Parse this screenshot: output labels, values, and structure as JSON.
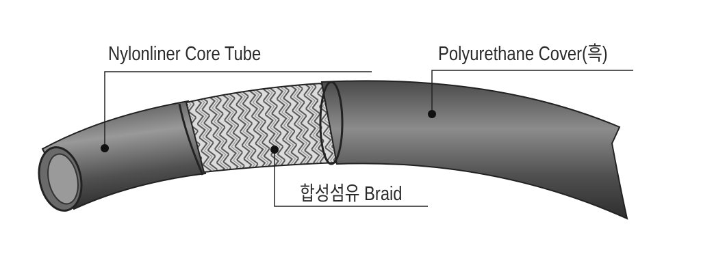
{
  "labels": {
    "core": "Nylonliner Core Tube",
    "cover": "Polyurethane Cover(흑)",
    "braid": "합성섬유 Braid"
  },
  "colors": {
    "tube_dark": "#3c3c3c",
    "tube_light": "#8a8a8a",
    "braid": "#d8d8d8",
    "line": "#222222"
  }
}
